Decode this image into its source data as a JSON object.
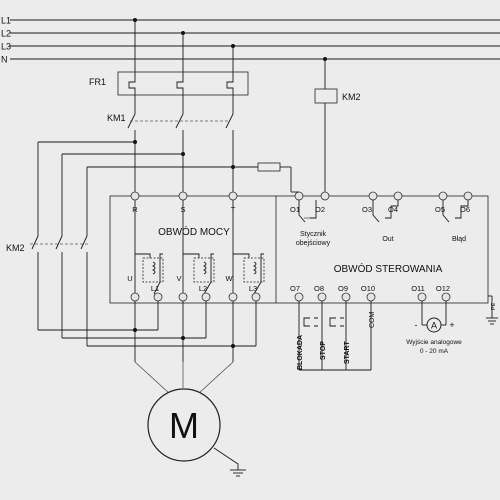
{
  "lines": [
    "L1",
    "L2",
    "L3",
    "N"
  ],
  "labels": {
    "fr1": "FR1",
    "km1": "KM1",
    "km2_coil": "KM2",
    "km2_contact": "KM2",
    "power_circuit": "OBWÓD MOCY",
    "control_circuit": "OBWÓD STEROWANIA",
    "bypass_line1": "Stycznik",
    "bypass_line2": "obejściowy",
    "out": "Out",
    "fault": "Błąd",
    "analog_line1": "Wyjście analogowe",
    "analog_line2": "0 - 20 mA",
    "motor": "M",
    "ammeter": "A",
    "minus": "-",
    "plus": "+",
    "pe": "PE"
  },
  "terminals_top": [
    "R",
    "S",
    "T",
    "O1",
    "O2",
    "O3",
    "O4",
    "O5",
    "O6"
  ],
  "terminals_bottom": [
    "U",
    "L1",
    "V",
    "L2",
    "W",
    "L3",
    "O7",
    "O8",
    "O9",
    "O10",
    "O11",
    "O12"
  ],
  "buttons": [
    "BLOKADA",
    "STOP",
    "START",
    "COM"
  ]
}
